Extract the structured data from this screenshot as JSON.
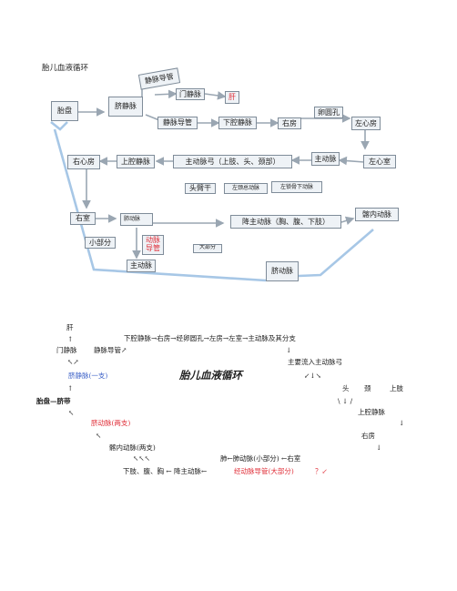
{
  "diagram": {
    "title": "胎儿血液循环",
    "boxes": {
      "placenta": "胎盘",
      "umbilical_vein": "脐静脉",
      "ductus_venosus_top": "静脉导管",
      "portal_vein": "门静脉",
      "liver": "肝",
      "ductus_venosus": "静脉导管",
      "ivc": "下腔静脉",
      "right_atrium_top": "右房",
      "foramen_ovale": "卵圆孔",
      "left_atrium": "左心房",
      "left_ventricle": "左心室",
      "aorta": "主动脉",
      "aortic_arch": "主动脉弓（上肢、头、颈部）",
      "svc": "上腔静脉",
      "right_atrium": "右心房",
      "brachiocephalic": "头臂干",
      "left_common_carotid": "左颈总动脉",
      "left_subclavian": "左锁骨下动脉",
      "right_ventricle": "右室",
      "pulmonary_artery": "肺动脉",
      "descending_aorta": "降主动脉（胸、腹、下肢）",
      "internal_iliac": "髂内动脉",
      "small_part": "小部分",
      "ductus_arteriosus": "动脉导管",
      "large_part": "大部分",
      "aorta_lower": "主动脉",
      "umbilical_artery": "脐动脉"
    }
  },
  "notes": {
    "liver": "肝",
    "up_arrow1": "↑",
    "path1": "下腔静脉→右房→经卵圆孔→左房→左室→主动脉及其分支",
    "portal": "门静脉",
    "ductus_v": "静脉导管↗",
    "down_arrow1": "↓",
    "arrows_nw_ne": "↖↗",
    "main_to_arch": "主要流入主动脉弓",
    "umb_vein": "脐静脉(一支)",
    "center_title": "胎儿血液循环",
    "branch_arrows": "↙↓↘",
    "up_arrow2": "↑",
    "head": "头",
    "neck": "颈",
    "upper_limb": "上肢",
    "placenta_cord": "胎盘—脐带",
    "merge_arrows": "\\ ↓ /",
    "svc": "上腔静脉",
    "nw_arrow1": "↖",
    "umb_artery": "脐动脉(两支)",
    "down_arrow2": "↓",
    "nw_arrow2": "↖",
    "right_atrium": "右房",
    "iliac": "髂内动脉(两支)",
    "down_arrow3": "↓",
    "arrows_three": "↖↖↖",
    "lung": "肺←肺动脉(小部分) ←右室",
    "lower_body": "下肢、腹、胸 ← 降主动脉←",
    "ductus_a": "经动脉导管(大部分)",
    "q": "？↙"
  }
}
